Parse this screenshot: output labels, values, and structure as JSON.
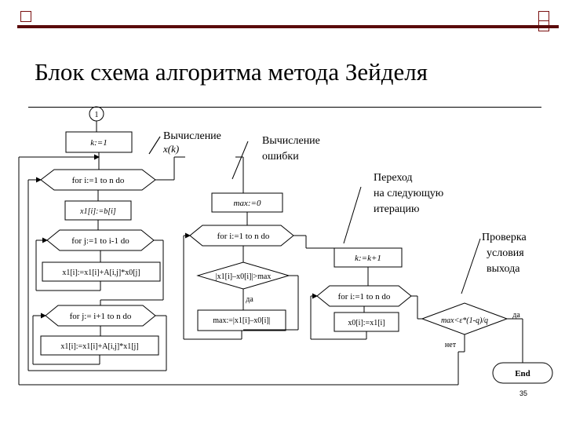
{
  "header": {
    "title": "Блок схема алгоритма метода Зейделя",
    "accent_color": "#7a1010"
  },
  "diagram": {
    "connector_label": "1",
    "k_init": "k:=1",
    "for_i_1": "for i:=1 to n do",
    "x1_eq_b": "x1[i]:=b[i]",
    "for_j_1": "for j:=1 to i-1 do",
    "x1_update_1": "x1[i]:=x1[i]+A[i,j]*x0[j]",
    "for_j_2": "for j:= i+1 to n do",
    "x1_update_2": "x1[i]:=x1[i]+A[i,j]*x1[j]",
    "max_init": "max:=0",
    "for_i_2": "for i:=1 to n do",
    "compare_max": "|x1[i]–x0[i]|>max",
    "yes_label_1": "да",
    "max_update": "max:=|x1[i]–x0[i]|",
    "k_increment": "k:=k+1",
    "for_i_3": "for i:=1 to n do",
    "x0_eq_x1": "x0[i]:=x1[i]",
    "exit_condition": "max<ε*(1-q)/q",
    "yes_label_2": "да",
    "no_label": "нет",
    "end_label": "End"
  },
  "annotations": {
    "compute_x_line1": "Вычисление",
    "compute_x_line2": "x(k)",
    "compute_err_line1": "Вычисление",
    "compute_err_line2": "ошибки",
    "next_iter_line1": "Переход",
    "next_iter_line2": "на следующую",
    "next_iter_line3": "итерацию",
    "check_exit_line1": "Проверка",
    "check_exit_line2": "условия",
    "check_exit_line3": "выхода"
  },
  "footer": {
    "page_number": "35"
  }
}
